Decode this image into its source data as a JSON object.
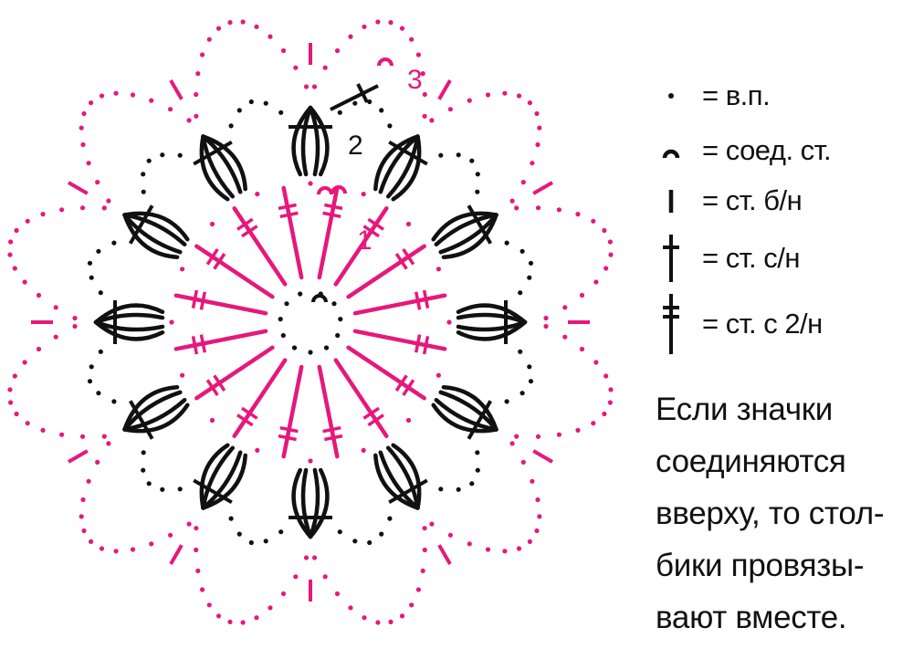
{
  "colors": {
    "accent": "#e6187c",
    "ink": "#111111",
    "background": "#ffffff"
  },
  "round_labels": [
    {
      "text": "1",
      "color": "#e6187c"
    },
    {
      "text": "2",
      "color": "#111111"
    },
    {
      "text": "3",
      "color": "#e6187c"
    }
  ],
  "legend": [
    {
      "symbol": "chain-dot-icon",
      "text": "= в.п."
    },
    {
      "symbol": "slip-stitch-icon",
      "text": "= соед. ст."
    },
    {
      "symbol": "single-crochet-icon",
      "text": "= ст. б/н"
    },
    {
      "symbol": "double-crochet-icon",
      "text": "= ст. с/н"
    },
    {
      "symbol": "treble-crochet-icon",
      "text": "= ст. с 2/н"
    }
  ],
  "note": [
    "Если значки",
    "соединяются",
    "вверху, то стол-",
    "бики провязы-",
    "вают вместе."
  ]
}
